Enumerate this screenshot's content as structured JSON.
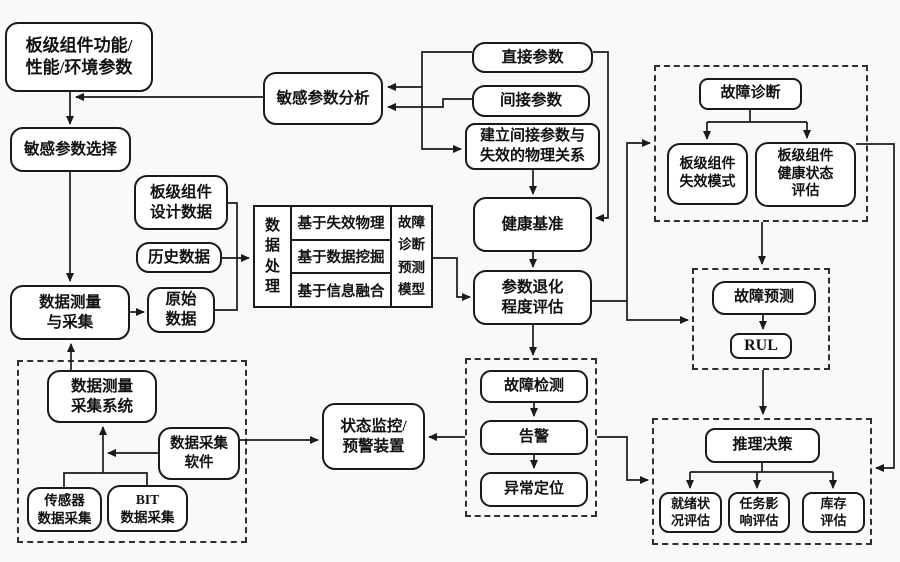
{
  "colors": {
    "background": "#f9f9f7",
    "line": "#1a1a1a",
    "box_border": "#1a1a1a",
    "box_fill": "#ffffff"
  },
  "nodes": {
    "board_params": "板级组件功能/\n性能/环境参数",
    "sensitive_select": "敏感参数选择",
    "sensitive_analysis": "敏感参数分析",
    "direct_param": "直接参数",
    "indirect_param": "间接参数",
    "establish_relation": "建立间接参数与\n失效的物理关系",
    "health_baseline": "健康基准",
    "degradation_eval": "参数退化\n程度评估",
    "design_data": "板级组件\n设计数据",
    "history_data": "历史数据",
    "raw_data": "原始\n数据",
    "measure_collect": "数据测量\n与采集",
    "data_processing_vertical": "数\n据\n处\n理",
    "physics_of_failure": "基于失效物理",
    "data_mining": "基于数据挖掘",
    "info_fusion": "基于信息融合",
    "diag_predict_model": "故障\n诊断\n预测\n模型",
    "daq_system": "数据测量\n采集系统",
    "daq_software": "数据采集\n软件",
    "sensor_daq": "传感器\n数据采集",
    "bit_daq": "BIT\n数据采集",
    "monitor_device": "状态监控/\n预警装置",
    "fault_detect": "故障检测",
    "alarm": "告警",
    "anomaly_locate": "异常定位",
    "fault_diagnosis": "故障诊断",
    "failure_mode": "板级组件\n失效模式",
    "health_assess": "板级组件\n健康状态\n评估",
    "fault_prediction": "故障预测",
    "rul": "RUL",
    "decision": "推理决策",
    "readiness_eval": "就绪状\n况评估",
    "mission_eval": "任务影\n响评估",
    "inventory_eval": "库存\n评估"
  }
}
